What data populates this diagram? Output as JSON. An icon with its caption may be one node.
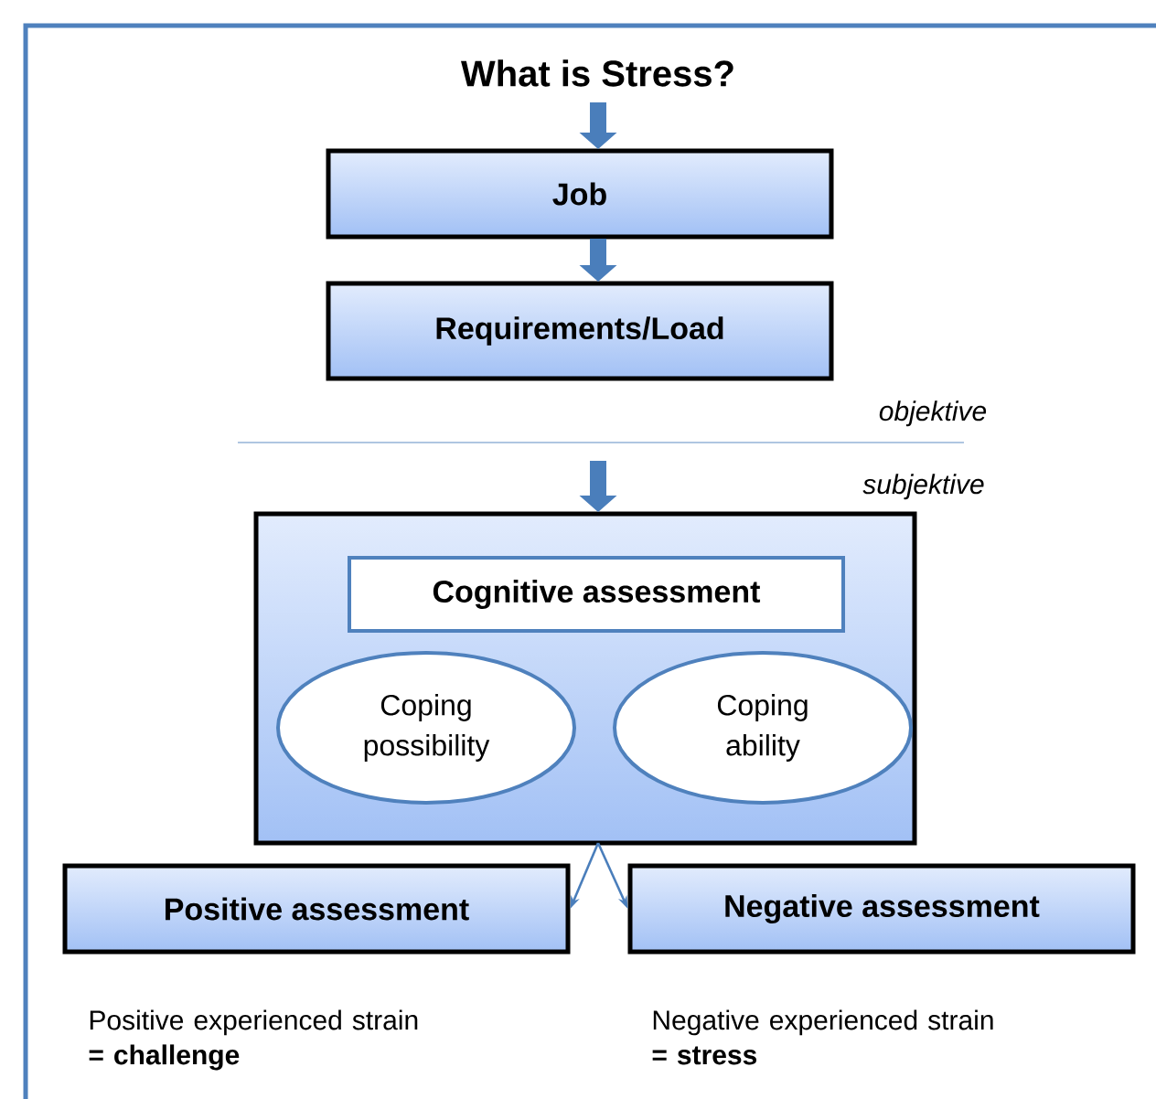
{
  "diagram": {
    "title": "What is Stress?",
    "nodes": [
      {
        "text": [
          "Job"
        ]
      },
      {
        "text": [
          "Requirements/Load"
        ]
      },
      {
        "text": [],
        "shape": "box"
      },
      {
        "text": [
          "Cognitive assessment"
        ],
        "in": 2
      },
      {
        "text": [
          "Coping possibility"
        ],
        "in": 2
      },
      {
        "text": [
          "Coping ability"
        ],
        "in": 2
      },
      {
        "text": [
          "Positive assessment"
        ],
        "beside": [
          "Positive experienced strain **= challenge**"
        ]
      },
      {
        "text": [
          "Negative assessment"
        ],
        "beside": [
          "Negative experienced strain **= stress**"
        ]
      }
    ],
    "edges": [
      {
        "from": null,
        "to": 0,
        "arrow": "to"
      },
      {
        "from": 0,
        "to": 1,
        "arrow": "to"
      },
      {
        "from": null,
        "to": 2,
        "arrow": "to"
      },
      {
        "from": 2,
        "to": 6,
        "arrow": "to"
      },
      {
        "from": 2,
        "to": 7,
        "arrow": "to"
      }
    ],
    "labels": [
      "objektive",
      "subjektive"
    ]
  }
}
